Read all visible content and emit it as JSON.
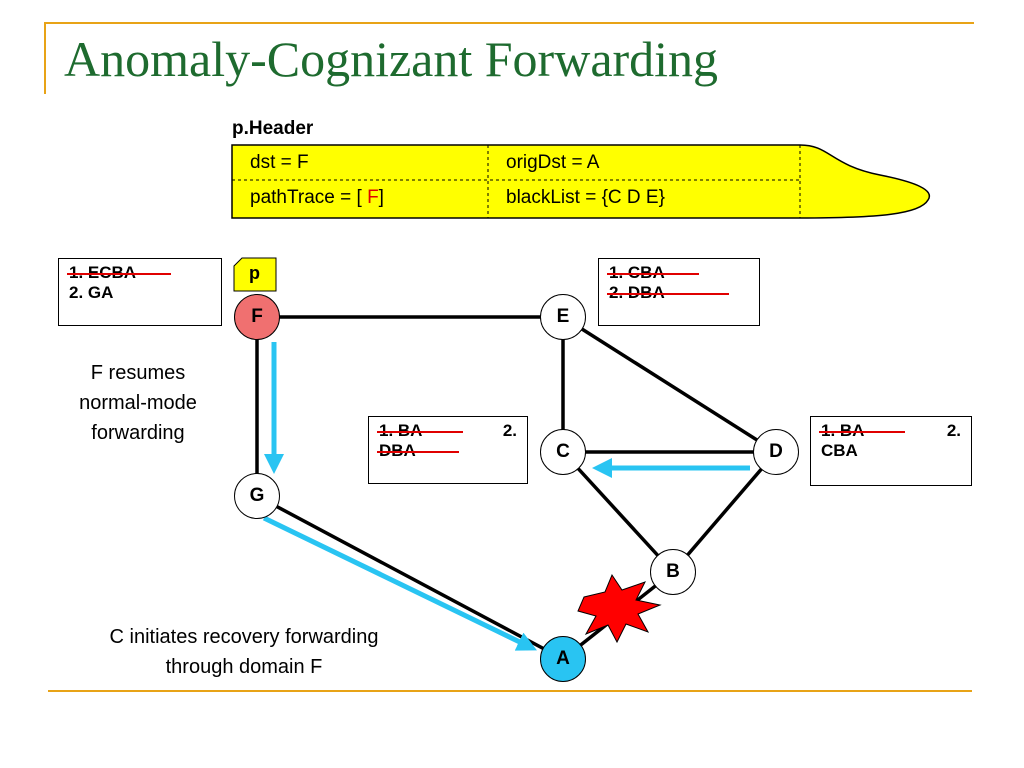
{
  "title": "Anomaly-Cognizant Forwarding",
  "header": {
    "label": "p.Header",
    "dst": "dst = F",
    "orig_dst": "origDst =  A",
    "path_trace_prefix": "pathTrace = [ ",
    "path_trace_value": "F",
    "path_trace_suffix": "]",
    "black_list": "blackList = {C D E}"
  },
  "nodes": {
    "F": "F",
    "E": "E",
    "G": "G",
    "C": "C",
    "D": "D",
    "B": "B",
    "A": "A"
  },
  "packet_tag": "p",
  "routing_tables": {
    "F": {
      "line1": "1.  ECBA",
      "line2": "2.  GA"
    },
    "E": {
      "line1": "1.  CBA",
      "line2": "2.  DBA"
    },
    "C": {
      "line1a": "1.  BA",
      "line1b": "2.",
      "line2": "DBA"
    },
    "D": {
      "line1a": "1.  BA",
      "line1b": "2.",
      "line2": "CBA"
    }
  },
  "captions": {
    "left_line1": "F resumes",
    "left_line2": "normal-mode",
    "left_line3": "forwarding",
    "bottom_line1": "C initiates recovery forwarding",
    "bottom_line2": "through domain F"
  },
  "colors": {
    "title": "#1e6b2f",
    "accent_line": "#e8a317",
    "header_fill": "#ffff00",
    "node_F": "#f07070",
    "node_A": "#29c4f2",
    "arrow": "#29c4f2",
    "strike": "#e00000",
    "explosion": "#ff0000"
  }
}
